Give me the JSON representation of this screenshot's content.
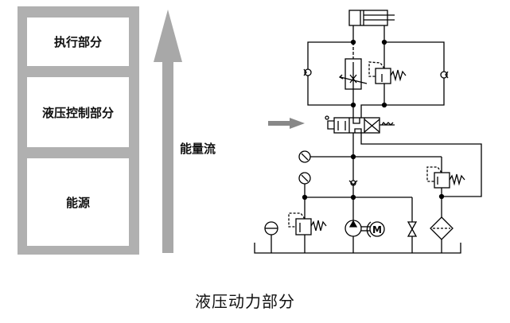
{
  "blocks": [
    {
      "label": "执行部分"
    },
    {
      "label": "液压控制部分"
    },
    {
      "label": "能源"
    }
  ],
  "energy_flow": {
    "label": "能量流"
  },
  "caption": "液压动力部分",
  "colors": {
    "frame": "#b0b0b0",
    "arrow": "#a8a8a8",
    "line": "#000000"
  },
  "circuit": {
    "components": [
      "hydraulic-cylinder",
      "throttle-valve",
      "pressure-valve-upper",
      "check-valve-left",
      "check-valve-right",
      "directional-valve",
      "pressure-gauge-1",
      "pressure-gauge-2",
      "check-valve-main",
      "relief-valve-right",
      "relief-valve-left",
      "accumulator",
      "hydraulic-pump",
      "electric-motor",
      "shutoff-valve",
      "filter",
      "tank-line"
    ],
    "motor_label": "M"
  }
}
